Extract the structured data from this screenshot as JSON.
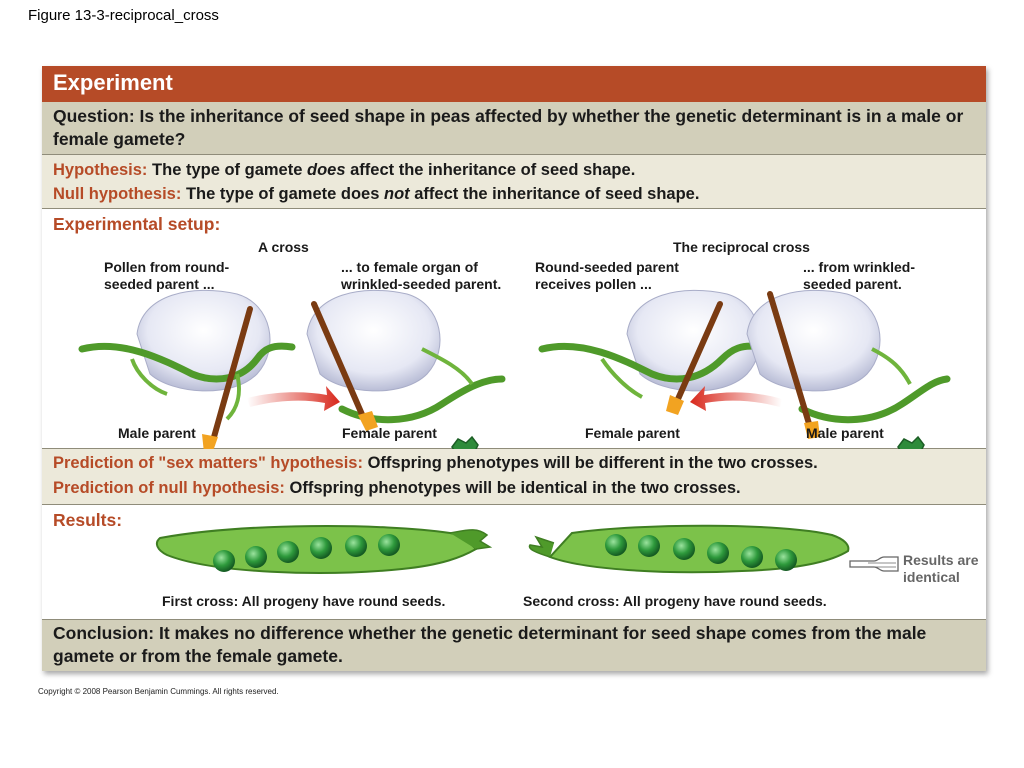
{
  "figure_title": "Figure 13-3-reciprocal_cross",
  "header": "Experiment",
  "question": {
    "label": "Question:",
    "text": "Is the inheritance of seed shape in peas affected by whether the genetic determinant is in a male or female gamete?"
  },
  "hypothesis": {
    "label": "Hypothesis:",
    "text_before": "The type of gamete",
    "emphasis": "does",
    "text_after": "affect the inheritance of seed shape."
  },
  "null_hypothesis": {
    "label": "Null hypothesis:",
    "text_before": "The type of gamete does",
    "emphasis": "not",
    "text_after": "affect the inheritance of seed shape."
  },
  "setup": {
    "title": "Experimental setup:",
    "cross_a": {
      "title": "A cross",
      "pollen_line1": "Pollen from round-",
      "pollen_line2": "seeded parent ...",
      "female_line1": "... to female organ of",
      "female_line2": "wrinkled-seeded parent.",
      "left_parent": "Male parent",
      "right_parent": "Female parent"
    },
    "cross_b": {
      "title": "The reciprocal cross",
      "receive_line1": "Round-seeded parent",
      "receive_line2": "receives pollen ...",
      "from_line1": "... from wrinkled-",
      "from_line2": "seeded parent.",
      "left_parent": "Female parent",
      "right_parent": "Male parent"
    }
  },
  "prediction_sex": {
    "label": "Prediction of \"sex matters\" hypothesis:",
    "text": "Offspring phenotypes will be different in the two crosses."
  },
  "prediction_null": {
    "label": "Prediction of null hypothesis:",
    "text": "Offspring phenotypes will be identical in the two crosses."
  },
  "results": {
    "title": "Results:",
    "first_caption": "First cross: All progeny have round seeds.",
    "second_caption": "Second cross: All progeny have round seeds.",
    "note_line1": "Results are",
    "note_line2": "identical"
  },
  "conclusion": {
    "label": "Conclusion:",
    "text": "It makes no difference whether the genetic determinant for seed shape comes from the male gamete or from the female gamete."
  },
  "copyright": "Copyright © 2008 Pearson Benjamin Cummings. All rights reserved.",
  "colors": {
    "header": "#b64b27",
    "label_red": "#b64b27",
    "band_dark": "#d2cfba",
    "band_light": "#ece9da",
    "seed_green": "#2e8b3a",
    "pod_green": "#6fb43c"
  }
}
